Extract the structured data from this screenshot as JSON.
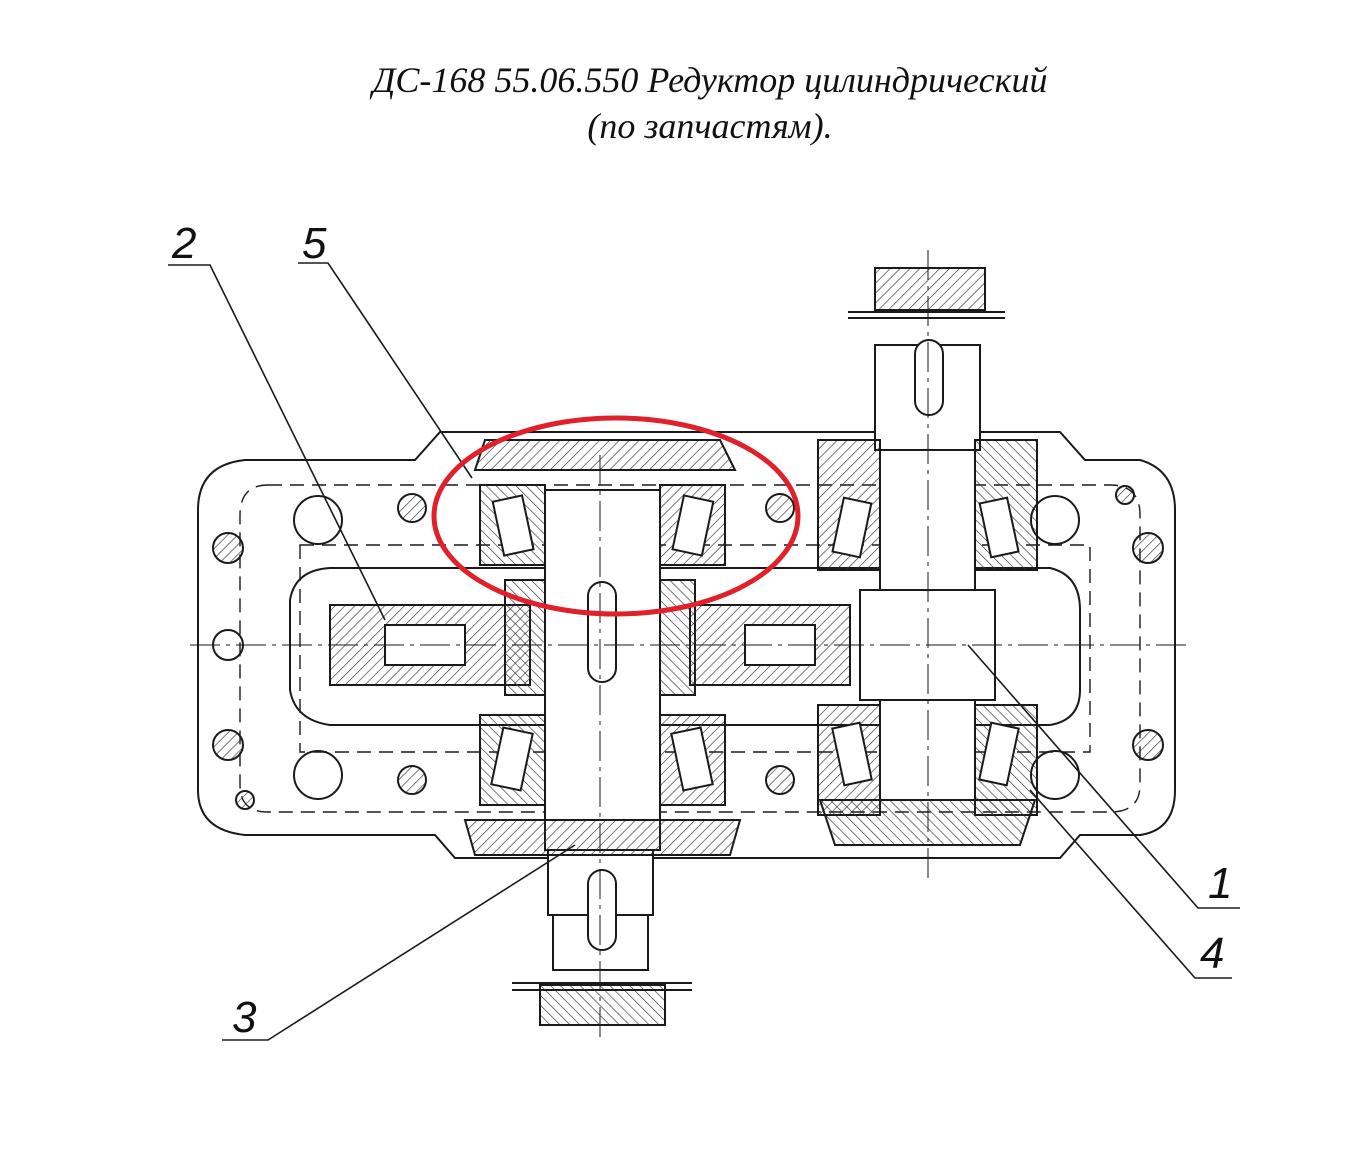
{
  "title": {
    "line1": "ДС-168 55.06.550 Редуктор цилиндрический",
    "line2": "(по запчастям)."
  },
  "callouts": [
    {
      "id": "callout-1",
      "label": "1"
    },
    {
      "id": "callout-2",
      "label": "2"
    },
    {
      "id": "callout-3",
      "label": "3"
    },
    {
      "id": "callout-4",
      "label": "4"
    },
    {
      "id": "callout-5",
      "label": "5"
    }
  ],
  "highlight": {
    "shape": "ellipse",
    "color": "#e0202a"
  },
  "colors": {
    "line": "#1a1a1a",
    "hatch": "#333333"
  }
}
